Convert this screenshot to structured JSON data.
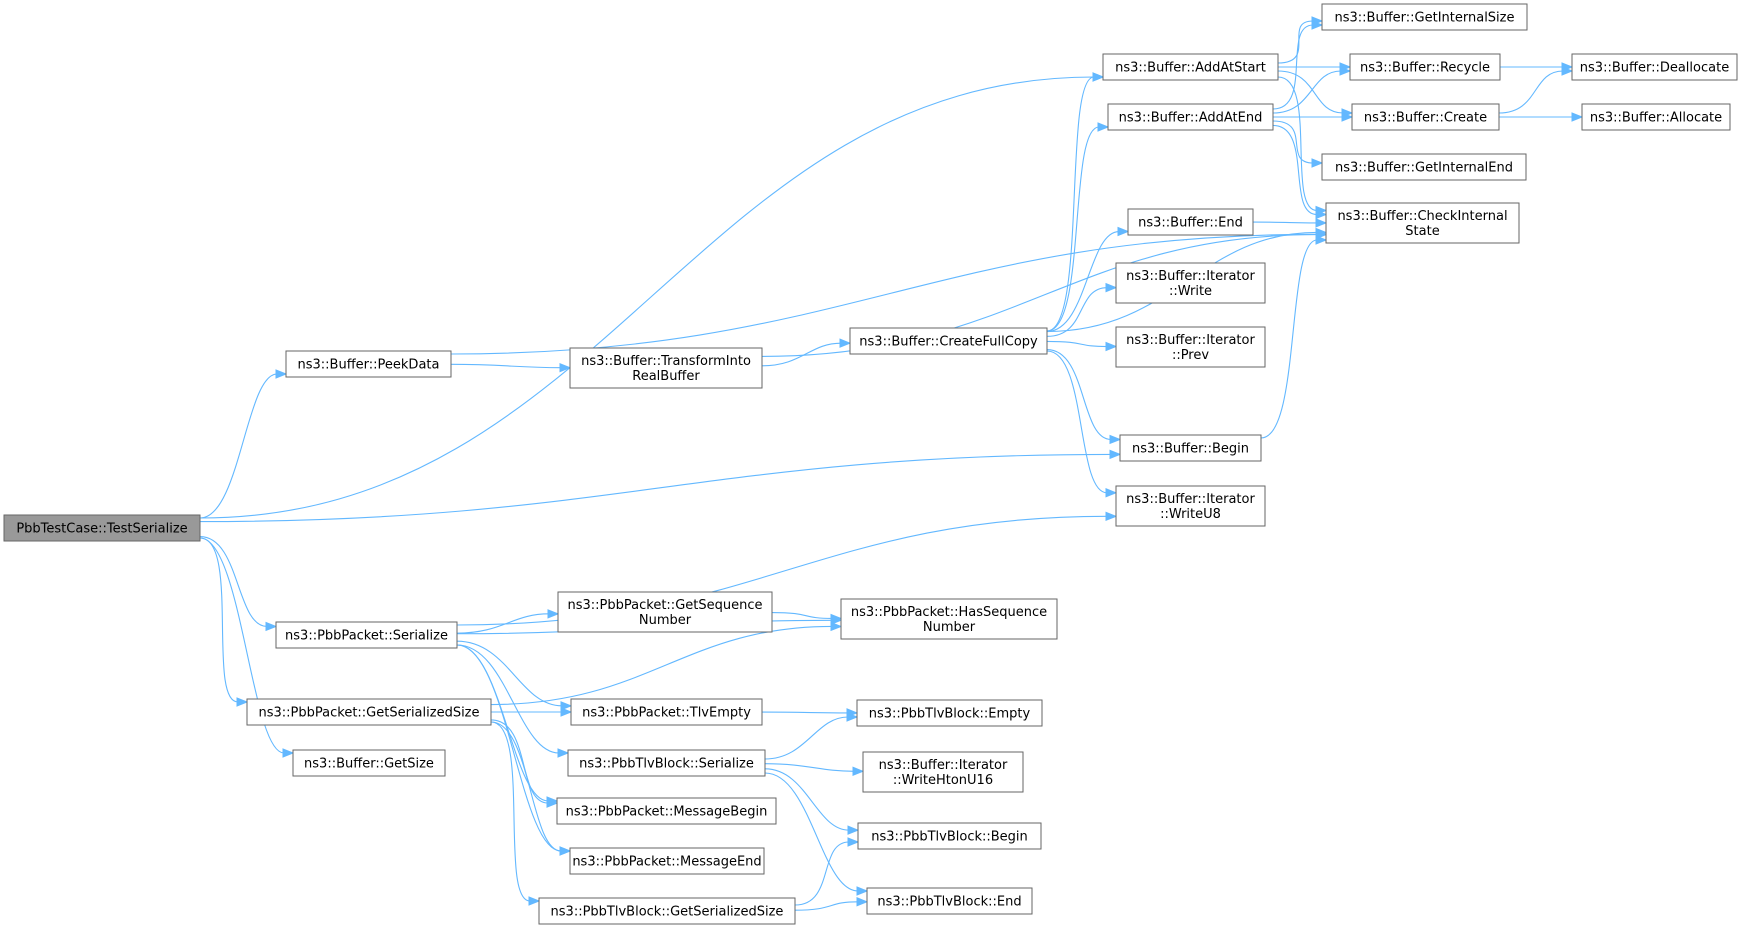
{
  "diagram": {
    "type": "call-graph",
    "colors": {
      "edge": "#63b8ff",
      "node_border": "#666666",
      "root_fill": "#999999",
      "node_fill": "#ffffff"
    },
    "nodes": [
      {
        "id": "testSerialize",
        "lines": [
          "PbbTestCase::TestSerialize"
        ],
        "root": true
      },
      {
        "id": "bufAddAtStart",
        "lines": [
          "ns3::Buffer::AddAtStart"
        ]
      },
      {
        "id": "bufPeekData",
        "lines": [
          "ns3::Buffer::PeekData"
        ]
      },
      {
        "id": "bufTransform",
        "lines": [
          "ns3::Buffer::TransformInto",
          "RealBuffer"
        ]
      },
      {
        "id": "bufCreateFullCopy",
        "lines": [
          "ns3::Buffer::CreateFullCopy"
        ]
      },
      {
        "id": "bufGetInternalSize",
        "lines": [
          "ns3::Buffer::GetInternalSize"
        ]
      },
      {
        "id": "bufRecycle",
        "lines": [
          "ns3::Buffer::Recycle"
        ]
      },
      {
        "id": "bufDeallocate",
        "lines": [
          "ns3::Buffer::Deallocate"
        ]
      },
      {
        "id": "bufAddAtEnd",
        "lines": [
          "ns3::Buffer::AddAtEnd"
        ]
      },
      {
        "id": "bufCreate",
        "lines": [
          "ns3::Buffer::Create"
        ]
      },
      {
        "id": "bufAllocate",
        "lines": [
          "ns3::Buffer::Allocate"
        ]
      },
      {
        "id": "bufGetInternalEnd",
        "lines": [
          "ns3::Buffer::GetInternalEnd"
        ]
      },
      {
        "id": "bufEnd",
        "lines": [
          "ns3::Buffer::End"
        ]
      },
      {
        "id": "bufCheckInternal",
        "lines": [
          "ns3::Buffer::CheckInternal",
          "State"
        ]
      },
      {
        "id": "itWrite",
        "lines": [
          "ns3::Buffer::Iterator",
          "::Write"
        ]
      },
      {
        "id": "itPrev",
        "lines": [
          "ns3::Buffer::Iterator",
          "::Prev"
        ]
      },
      {
        "id": "bufBegin",
        "lines": [
          "ns3::Buffer::Begin"
        ]
      },
      {
        "id": "itWriteU8",
        "lines": [
          "ns3::Buffer::Iterator",
          "::WriteU8"
        ]
      },
      {
        "id": "pktSerialize",
        "lines": [
          "ns3::PbbPacket::Serialize"
        ]
      },
      {
        "id": "pktGetSeq",
        "lines": [
          "ns3::PbbPacket::GetSequence",
          "Number"
        ]
      },
      {
        "id": "pktHasSeq",
        "lines": [
          "ns3::PbbPacket::HasSequence",
          "Number"
        ]
      },
      {
        "id": "pktGetSerSize",
        "lines": [
          "ns3::PbbPacket::GetSerializedSize"
        ]
      },
      {
        "id": "pktTlvEmpty",
        "lines": [
          "ns3::PbbPacket::TlvEmpty"
        ]
      },
      {
        "id": "tlvEmpty",
        "lines": [
          "ns3::PbbTlvBlock::Empty"
        ]
      },
      {
        "id": "bufGetSize",
        "lines": [
          "ns3::Buffer::GetSize"
        ]
      },
      {
        "id": "tlvSerialize",
        "lines": [
          "ns3::PbbTlvBlock::Serialize"
        ]
      },
      {
        "id": "itWriteHtonU16",
        "lines": [
          "ns3::Buffer::Iterator",
          "::WriteHtonU16"
        ]
      },
      {
        "id": "pktMsgBegin",
        "lines": [
          "ns3::PbbPacket::MessageBegin"
        ]
      },
      {
        "id": "tlvBegin",
        "lines": [
          "ns3::PbbTlvBlock::Begin"
        ]
      },
      {
        "id": "pktMsgEnd",
        "lines": [
          "ns3::PbbPacket::MessageEnd"
        ]
      },
      {
        "id": "tlvGetSerSize",
        "lines": [
          "ns3::PbbTlvBlock::GetSerializedSize"
        ]
      },
      {
        "id": "tlvEnd",
        "lines": [
          "ns3::PbbTlvBlock::End"
        ]
      }
    ],
    "edges": [
      [
        "testSerialize",
        "bufAddAtStart"
      ],
      [
        "testSerialize",
        "bufPeekData"
      ],
      [
        "testSerialize",
        "bufBegin"
      ],
      [
        "testSerialize",
        "pktSerialize"
      ],
      [
        "testSerialize",
        "pktGetSerSize"
      ],
      [
        "testSerialize",
        "bufGetSize"
      ],
      [
        "bufPeekData",
        "bufTransform"
      ],
      [
        "bufPeekData",
        "bufCheckInternal"
      ],
      [
        "bufTransform",
        "bufCreateFullCopy"
      ],
      [
        "bufTransform",
        "bufCheckInternal"
      ],
      [
        "bufCreateFullCopy",
        "bufAddAtStart"
      ],
      [
        "bufCreateFullCopy",
        "bufAddAtEnd"
      ],
      [
        "bufCreateFullCopy",
        "bufEnd"
      ],
      [
        "bufCreateFullCopy",
        "itWrite"
      ],
      [
        "bufCreateFullCopy",
        "itPrev"
      ],
      [
        "bufCreateFullCopy",
        "bufCheckInternal"
      ],
      [
        "bufCreateFullCopy",
        "bufBegin"
      ],
      [
        "bufCreateFullCopy",
        "itWriteU8"
      ],
      [
        "bufAddAtStart",
        "bufGetInternalSize"
      ],
      [
        "bufAddAtStart",
        "bufRecycle"
      ],
      [
        "bufAddAtStart",
        "bufCreate"
      ],
      [
        "bufAddAtStart",
        "bufCheckInternal"
      ],
      [
        "bufAddAtEnd",
        "bufGetInternalSize"
      ],
      [
        "bufAddAtEnd",
        "bufRecycle"
      ],
      [
        "bufAddAtEnd",
        "bufCreate"
      ],
      [
        "bufAddAtEnd",
        "bufGetInternalEnd"
      ],
      [
        "bufAddAtEnd",
        "bufCheckInternal"
      ],
      [
        "bufRecycle",
        "bufDeallocate"
      ],
      [
        "bufCreate",
        "bufDeallocate"
      ],
      [
        "bufCreate",
        "bufAllocate"
      ],
      [
        "bufEnd",
        "bufCheckInternal"
      ],
      [
        "bufBegin",
        "bufCheckInternal"
      ],
      [
        "pktSerialize",
        "itWriteU8"
      ],
      [
        "pktSerialize",
        "pktHasSeq"
      ],
      [
        "pktSerialize",
        "pktGetSeq"
      ],
      [
        "pktSerialize",
        "pktTlvEmpty"
      ],
      [
        "pktSerialize",
        "tlvSerialize"
      ],
      [
        "pktSerialize",
        "pktMsgBegin"
      ],
      [
        "pktSerialize",
        "pktMsgEnd"
      ],
      [
        "pktGetSeq",
        "pktHasSeq"
      ],
      [
        "pktGetSerSize",
        "pktHasSeq"
      ],
      [
        "pktGetSerSize",
        "pktTlvEmpty"
      ],
      [
        "pktGetSerSize",
        "pktMsgBegin"
      ],
      [
        "pktGetSerSize",
        "pktMsgEnd"
      ],
      [
        "pktGetSerSize",
        "tlvGetSerSize"
      ],
      [
        "pktTlvEmpty",
        "tlvEmpty"
      ],
      [
        "tlvSerialize",
        "tlvEmpty"
      ],
      [
        "tlvSerialize",
        "itWriteHtonU16"
      ],
      [
        "tlvSerialize",
        "tlvBegin"
      ],
      [
        "tlvSerialize",
        "tlvEnd"
      ],
      [
        "tlvGetSerSize",
        "tlvBegin"
      ],
      [
        "tlvGetSerSize",
        "tlvEnd"
      ]
    ]
  }
}
